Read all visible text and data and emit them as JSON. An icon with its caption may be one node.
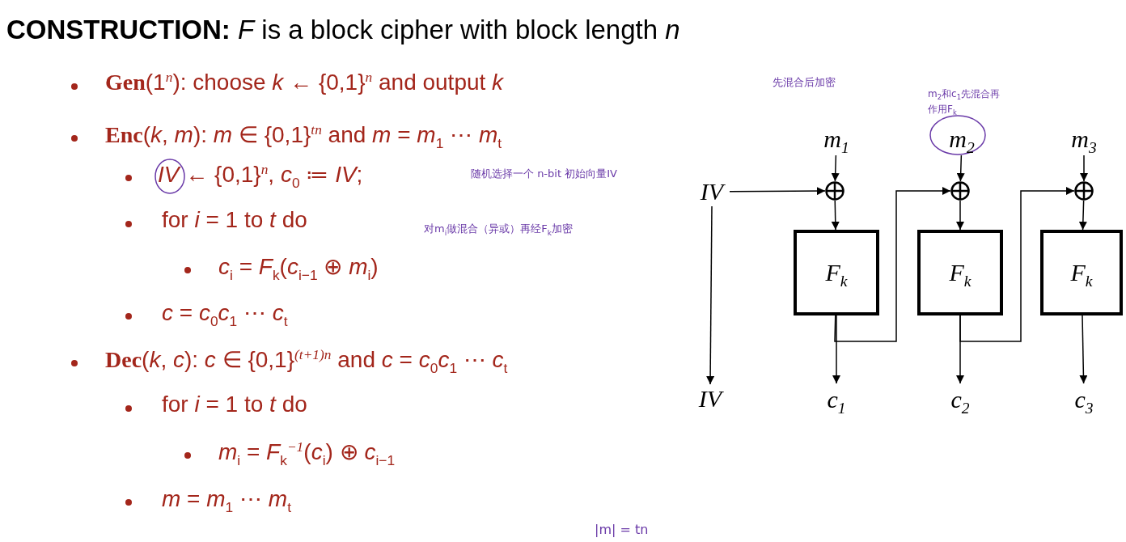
{
  "diagram": {
    "title": "**CONSTRUCTION:** *F* is a block cipher with block length *n*",
    "nodes": [
      {
        "text": [
          "IV"
        ]
      },
      {
        "text": [
          "m$_{1}$"
        ]
      },
      {
        "text": [
          "m$_{2}$"
        ]
      },
      {
        "text": [
          "m$_{3}$"
        ]
      },
      {
        "text": [],
        "shape": "circle"
      },
      {
        "text": [],
        "shape": "circle"
      },
      {
        "text": [],
        "shape": "circle"
      },
      {
        "text": [
          "F$_{k}$"
        ]
      },
      {
        "text": [
          "F$_{k}$"
        ]
      },
      {
        "text": [
          "F$_{k}$"
        ]
      },
      {
        "text": [
          "IV"
        ]
      },
      {
        "text": [
          "c$_{1}$"
        ]
      },
      {
        "text": [
          "c$_{2}$"
        ]
      },
      {
        "text": [
          "c$_{3}$"
        ]
      }
    ],
    "edges": [
      {
        "from": 0,
        "to": 4,
        "arrow": "to"
      },
      {
        "from": 0,
        "to": 10,
        "arrow": "to"
      },
      {
        "from": 1,
        "to": 4,
        "arrow": "to"
      },
      {
        "from": 2,
        "to": 5,
        "arrow": "to"
      },
      {
        "from": 3,
        "to": 6,
        "arrow": "to"
      },
      {
        "from": 4,
        "to": 7,
        "arrow": "to"
      },
      {
        "from": 5,
        "to": 8,
        "arrow": "to"
      },
      {
        "from": 6,
        "to": 9,
        "arrow": "to"
      },
      {
        "from": 7,
        "to": 11,
        "arrow": "to"
      },
      {
        "from": 8,
        "to": 12,
        "arrow": "to"
      },
      {
        "from": 9,
        "to": 13,
        "arrow": "to"
      },
      {
        "from": 7,
        "to": 5,
        "arrow": "to"
      },
      {
        "from": 8,
        "to": 6,
        "arrow": "to"
      }
    ],
    "labels": [
      "**Gen**(1$^{n}$): choose *k* ← {0,1}$^{n}$ and output *k*",
      "**Enc**(*k*, *m*):  *m* ∈ {0,1}$^{tn}$ and *m* = *m*$_{1}$ ⋯ *m*$_{t}$",
      "*IV* ← {0,1}$^{n}$, *c*$_{0}$ ≔ *IV*;",
      "for *i* = 1 to *t* do",
      "*c*$_{i}$ = *F*$_{k}$(*c*$_{i−1}$ ⊕ *m*$_{i}$)",
      "*c* = *c*$_{0}$*c*$_{1}$ ⋯ *c*$_{t}$",
      "**Dec**(*k*, *c*):  *c* ∈ {0,1}$^{(t+1)n}$ and *c* = *c*$_{0}$*c*$_{1}$ ⋯ *c*$_{t}$",
      "for *i* = 1 to *t* do",
      "*m*$_{i}$ = *F*$_{k}$$^{−1}$(*c*$_{i}$) ⊕ *c*$_{i−1}$",
      "*m* = *m*$_{1}$ ⋯ *m*$_{t}$",
      "随机选择一个 n-bit 初始向量IV",
      "对m$_{i}$做混合（异或）再经F$_{k}$加密",
      "先混合后加密",
      "m$_{2}$和c$_{1}$先混合再作用F$_{k}$",
      "|m| = tn"
    ]
  }
}
